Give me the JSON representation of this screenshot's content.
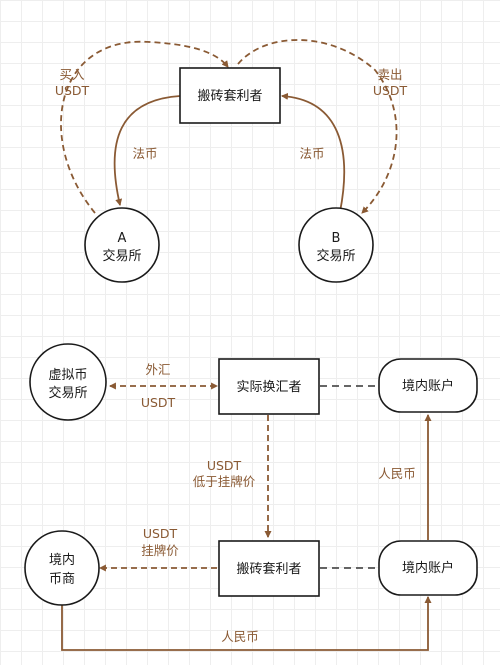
{
  "colors": {
    "accent": "#8a5a34",
    "node_stroke": "#1a1a1a",
    "grid": "#eeeeee"
  },
  "top": {
    "arbitrageur": "搬砖套利者",
    "exchange_a": [
      "A",
      "交易所"
    ],
    "exchange_b": [
      "B",
      "交易所"
    ],
    "buy_usdt": [
      "买入",
      "USDT"
    ],
    "sell_usdt": [
      "卖出",
      "USDT"
    ],
    "fiat_left": "法币",
    "fiat_right": "法币"
  },
  "bottom": {
    "virtual_exchange": [
      "虚拟币",
      "交易所"
    ],
    "fx_buyer": "实际换汇者",
    "domestic_account_top": "境内账户",
    "arbitrageur": "搬砖套利者",
    "domestic_account_bottom": "境内账户",
    "otc_merchant": [
      "境内",
      "币商"
    ],
    "forex": "外汇",
    "usdt": "USDT",
    "usdt_below_price": [
      "USDT",
      "低于挂牌价"
    ],
    "usdt_listed_price": [
      "USDT",
      "挂牌价"
    ],
    "rmb_right": "人民币",
    "rmb_bottom": "人民币"
  }
}
